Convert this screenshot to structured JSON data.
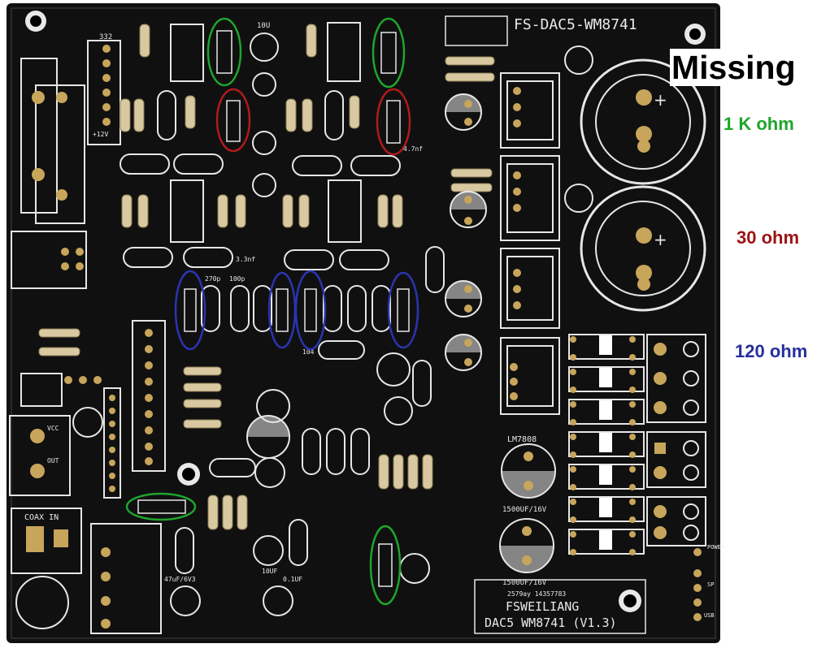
{
  "annotations": {
    "missing": "Missing",
    "one_k": "1 K ohm",
    "thirty": "30 ohm",
    "one_twenty": "120 ohm"
  },
  "colors": {
    "board": "#101010",
    "silkscreen": "#e6e6e6",
    "pad": "#c7a55a",
    "green_marker": "#1fa52b",
    "red_marker": "#b11b1b",
    "blue_marker": "#2a34b0"
  },
  "board": {
    "title": "FS-DAC5-WM8741",
    "maker": "FSWEILIANG",
    "footer": "DAC5 WM8741 (V1.3)",
    "date_code": "2579ay 14357783",
    "coax_label": "COAX IN",
    "reg_label": "LM7808",
    "cap_label_1": "1500UF/16V",
    "cap_label_2": "1500UF/16V",
    "label_12v": "+12V",
    "label_10u": "10U",
    "label_104": "104",
    "label_270p": "270p",
    "label_100p": "100p",
    "label_3n": "3.3nf",
    "label_47nf": "4.7nf",
    "label_332": "332",
    "label_10uf": "10UF",
    "label_01uf": "0.1UF",
    "label_power": "POWER",
    "label_usb": "USB",
    "label_sp": "SP",
    "label_vcc": "VCC",
    "label_out": "OUT",
    "label_47uf": "47uF/6V3"
  }
}
